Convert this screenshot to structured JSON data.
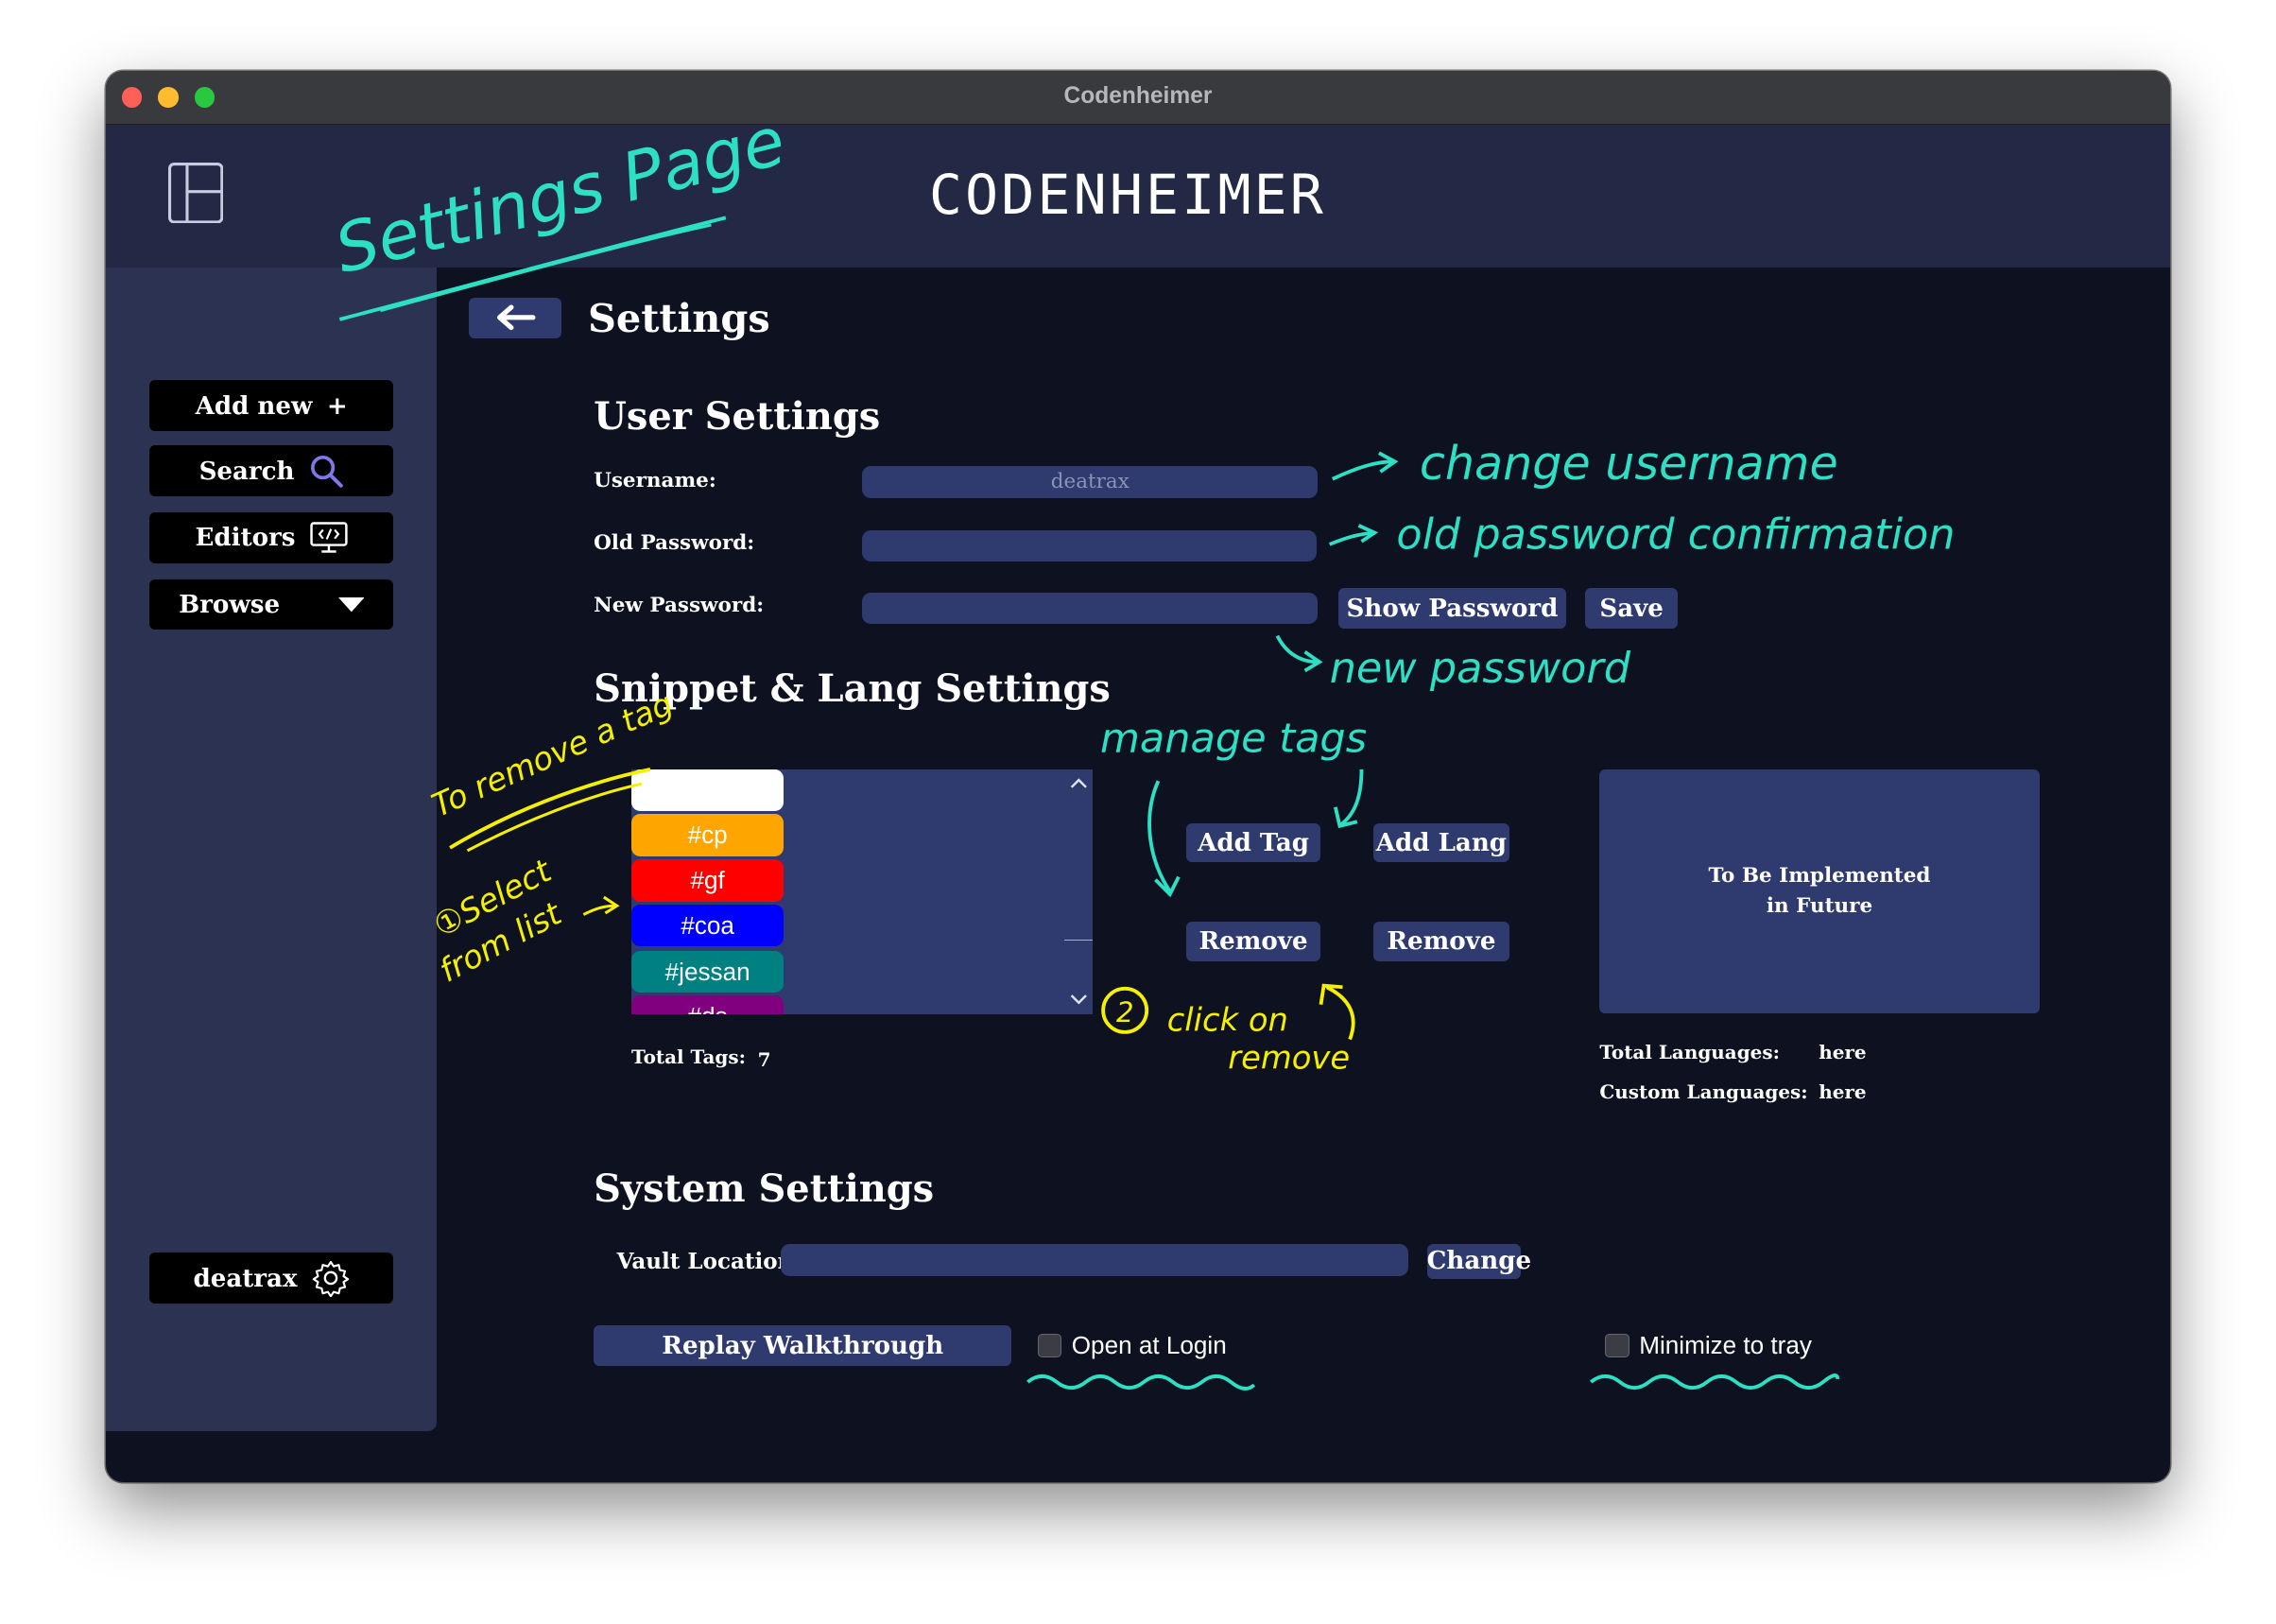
{
  "window": {
    "title": "Codenheimer"
  },
  "header": {
    "brand": "CODENHEIMER"
  },
  "sidebar": {
    "items": [
      {
        "label": "Add new",
        "icon": "plus-icon"
      },
      {
        "label": "Search",
        "icon": "search-icon"
      },
      {
        "label": "Editors",
        "icon": "code-monitor-icon"
      },
      {
        "label": "Browse",
        "icon": "dropdown-triangle-icon"
      }
    ],
    "user": {
      "label": "deatrax",
      "icon": "gear-icon"
    }
  },
  "page": {
    "title": "Settings"
  },
  "user_settings": {
    "title": "User Settings",
    "username_label": "Username:",
    "username_value": "deatrax",
    "old_password_label": "Old Password:",
    "new_password_label": "New Password:",
    "show_password_button": "Show Password",
    "save_button": "Save"
  },
  "snippet_settings": {
    "title": "Snippet & Lang Settings",
    "tags": [
      {
        "label": "",
        "color": "#ffffff"
      },
      {
        "label": "#cp",
        "color": "#ffa500"
      },
      {
        "label": "#gf",
        "color": "#ff0000"
      },
      {
        "label": "#coa",
        "color": "#0000ff"
      },
      {
        "label": "#jessan",
        "color": "#008080"
      },
      {
        "label": "#ds",
        "color": "#800080"
      }
    ],
    "total_tags_label": "Total Tags:",
    "total_tags_value": "7",
    "add_tag_button": "Add Tag",
    "add_lang_button": "Add Lang",
    "remove_tag_button": "Remove",
    "remove_lang_button": "Remove",
    "future_box": {
      "line1": "To Be Implemented",
      "line2": "in Future"
    },
    "total_languages_label": "Total Languages:",
    "total_languages_value": "here",
    "custom_languages_label": "Custom Languages:",
    "custom_languages_value": "here"
  },
  "system_settings": {
    "title": "System Settings",
    "vault_label": "Vault Location",
    "change_button": "Change",
    "replay_button": "Replay Walkthrough",
    "open_at_login": "Open at Login",
    "minimize_to_tray": "Minimize to tray"
  },
  "annotations": {
    "settings_page": "Settings Page",
    "change_username": "change username",
    "old_password": "old password confirmation",
    "new_password": "new password",
    "manage_tags": "manage tags",
    "to_remove": "To remove a tag",
    "select_from_list_1": "①Select",
    "select_from_list_2": "from list",
    "click_on_1": "click on",
    "click_on_2": "remove",
    "step_two": "2"
  },
  "colors": {
    "background": "#0d1120",
    "header": "#232945",
    "sidebar": "#2b3252",
    "control": "#2f3a6e",
    "annotation_teal": "#2de0c4",
    "annotation_yellow": "#f4f000"
  }
}
